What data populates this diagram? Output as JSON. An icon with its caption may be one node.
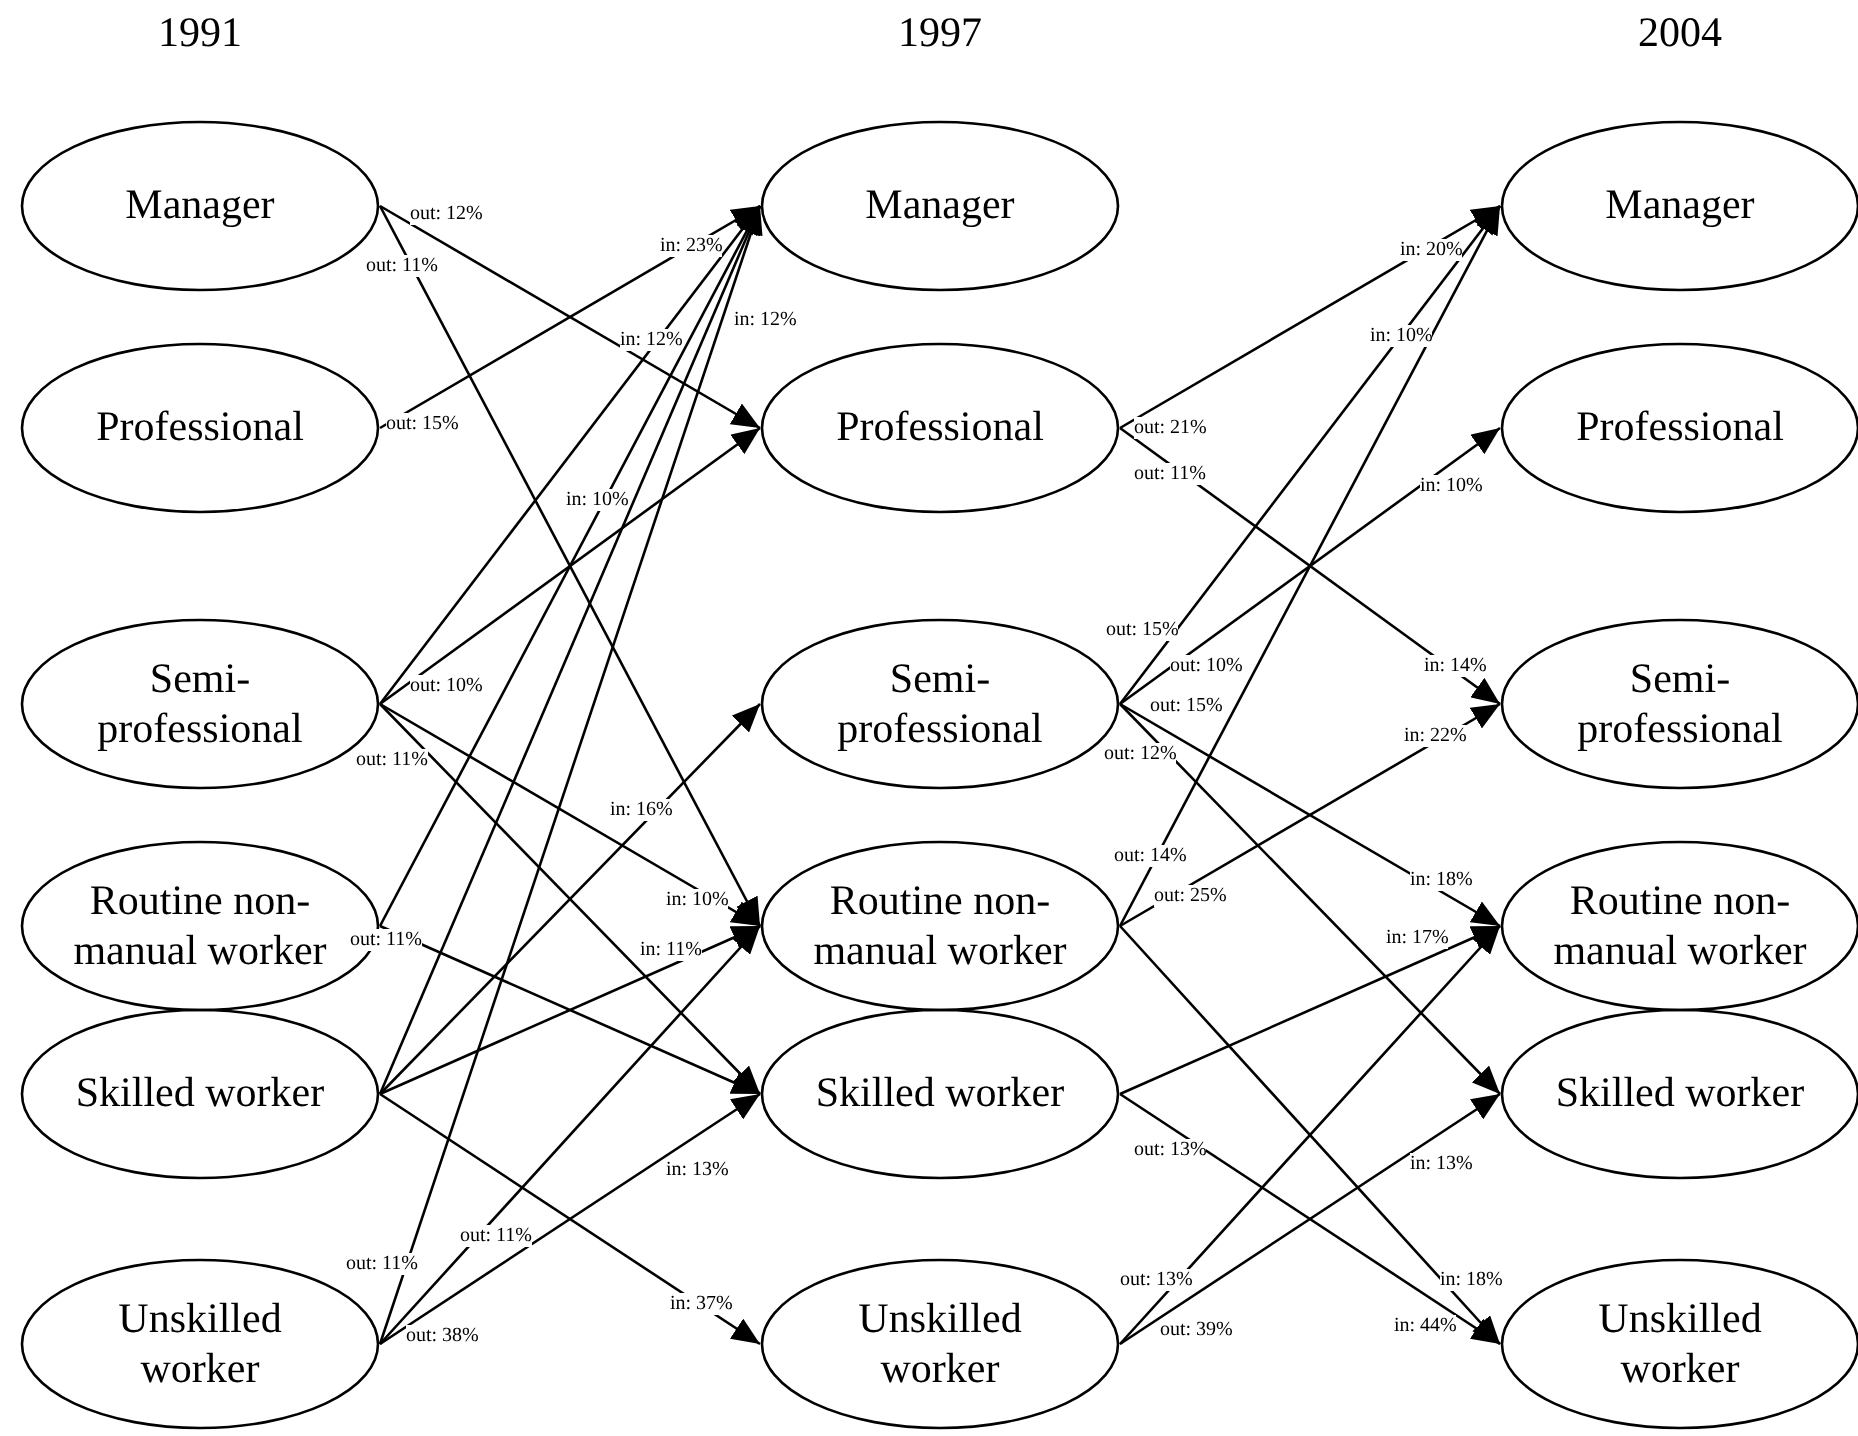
{
  "diagram": {
    "nodes": [
      {
        "text": [
          "Manager"
        ]
      },
      {
        "text": [
          "Professional"
        ]
      },
      {
        "text": [
          "Semi-professional"
        ]
      },
      {
        "text": [
          "Routine non-manual worker"
        ]
      },
      {
        "text": [
          "Skilled worker"
        ]
      },
      {
        "text": [
          "Unskilled worker"
        ]
      },
      {
        "text": [
          "Manager"
        ]
      },
      {
        "text": [
          "Professional"
        ]
      },
      {
        "text": [
          "Semi-professional"
        ]
      },
      {
        "text": [
          "Routine non-manual worker"
        ]
      },
      {
        "text": [
          "Skilled worker"
        ]
      },
      {
        "text": [
          "Unskilled worker"
        ]
      },
      {
        "text": [
          "Manager"
        ]
      },
      {
        "text": [
          "Professional"
        ]
      },
      {
        "text": [
          "Semi-professional"
        ]
      },
      {
        "text": [
          "Routine non-manual worker"
        ]
      },
      {
        "text": [
          "Skilled worker"
        ]
      },
      {
        "text": [
          "Unskilled worker"
        ]
      }
    ],
    "edges": [
      {
        "from": 0,
        "to": 7,
        "arrow": "to"
      },
      {
        "from": 0,
        "to": 9,
        "arrow": "to"
      },
      {
        "from": 1,
        "to": 6,
        "arrow": "to"
      },
      {
        "from": 2,
        "to": 6,
        "arrow": "to"
      },
      {
        "from": 2,
        "to": 7,
        "arrow": "to"
      },
      {
        "from": 2,
        "to": 9,
        "arrow": "to"
      },
      {
        "from": 2,
        "to": 10,
        "arrow": "to"
      },
      {
        "from": 3,
        "to": 6,
        "arrow": "to"
      },
      {
        "from": 3,
        "to": 10,
        "arrow": "to"
      },
      {
        "from": 4,
        "to": 6,
        "arrow": "to"
      },
      {
        "from": 4,
        "to": 8,
        "arrow": "to"
      },
      {
        "from": 4,
        "to": 9,
        "arrow": "to"
      },
      {
        "from": 4,
        "to": 11,
        "arrow": "to"
      },
      {
        "from": 5,
        "to": 6,
        "arrow": "to"
      },
      {
        "from": 5,
        "to": 9,
        "arrow": "to"
      },
      {
        "from": 5,
        "to": 10,
        "arrow": "to"
      },
      {
        "from": 7,
        "to": 12,
        "arrow": "to"
      },
      {
        "from": 7,
        "to": 14,
        "arrow": "to"
      },
      {
        "from": 8,
        "to": 12,
        "arrow": "to"
      },
      {
        "from": 8,
        "to": 13,
        "arrow": "to"
      },
      {
        "from": 8,
        "to": 15,
        "arrow": "to"
      },
      {
        "from": 8,
        "to": 16,
        "arrow": "to"
      },
      {
        "from": 9,
        "to": 12,
        "arrow": "to"
      },
      {
        "from": 9,
        "to": 14,
        "arrow": "to"
      },
      {
        "from": 9,
        "to": 17,
        "arrow": "to"
      },
      {
        "from": 10,
        "to": 15,
        "arrow": "to"
      },
      {
        "from": 10,
        "to": 17,
        "arrow": "to"
      },
      {
        "from": 11,
        "to": 15,
        "arrow": "to"
      },
      {
        "from": 11,
        "to": 16,
        "arrow": "to"
      }
    ],
    "labels": [
      "1991",
      "1997",
      "2004",
      "out: 12%",
      "out: 11%",
      "out: 15%",
      "in: 23%",
      "in: 12%",
      "out: 10%",
      "in: 10%",
      "out: 11%",
      "in: 10%",
      "out: 11%",
      "in: 16%",
      "in: 11%",
      "in: 37%",
      "out: 11%",
      "in: 12%",
      "out: 11%",
      "out: 38%",
      "in: 13%",
      "out: 21%",
      "in: 20%",
      "out: 11%",
      "in: 14%",
      "out: 15%",
      "in: 10%",
      "out: 10%",
      "in: 10%",
      "out: 15%",
      "in: 18%",
      "out: 12%",
      "out: 14%",
      "out: 25%",
      "in: 22%",
      "in: 18%",
      "in: 17%",
      "out: 13%",
      "in: 44%",
      "out: 13%",
      "out: 39%",
      "in: 13%"
    ]
  }
}
